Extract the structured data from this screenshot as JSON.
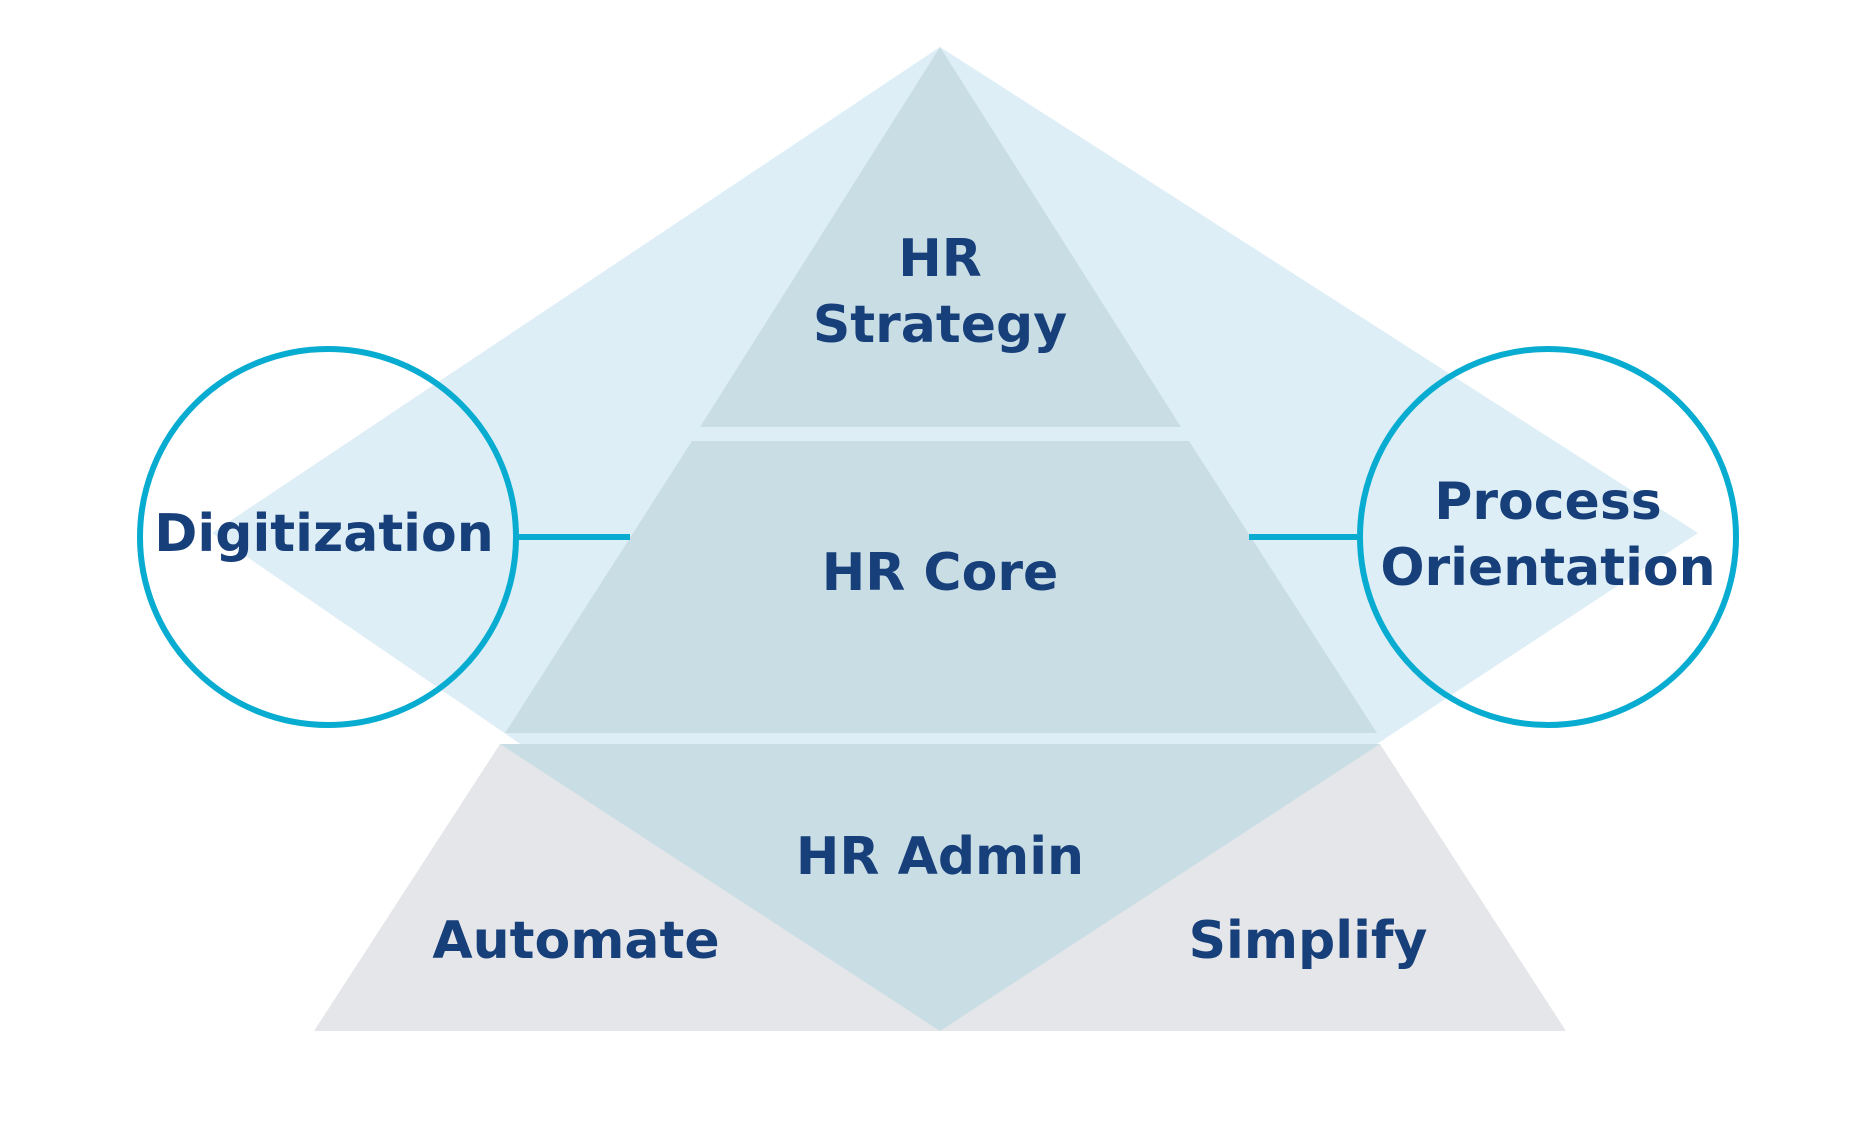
{
  "pyramid": {
    "top_label_line1": "HR",
    "top_label_line2": "Strategy",
    "middle_label": "HR Core",
    "bottom_label": "HR Admin"
  },
  "base": {
    "left_label": "Automate",
    "right_label": "Simplify"
  },
  "circles": {
    "left_label": "Digitization",
    "right_label_line1": "Process",
    "right_label_line2": "Orientation"
  },
  "colors": {
    "text": "#173f7a",
    "circle_stroke": "#08acd0",
    "light_blue_fill": "#ddeef6",
    "pyramid_fill": "#c9dde5",
    "gray_fill": "#e5e6e9"
  }
}
